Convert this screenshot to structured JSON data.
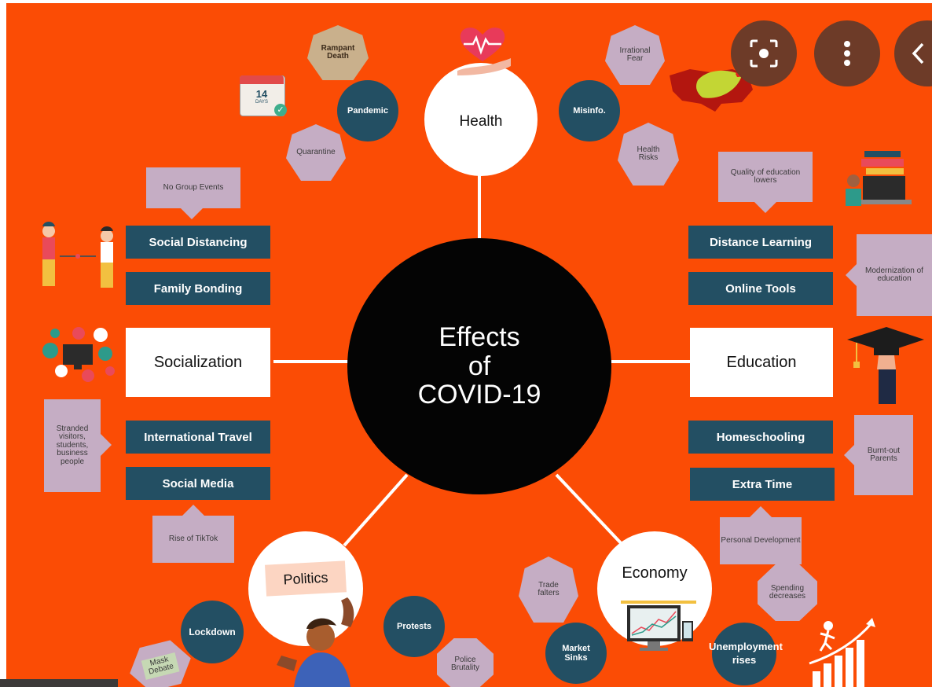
{
  "center": {
    "line1": "Effects",
    "line2": "of",
    "line3": "COVID-19"
  },
  "hubs": {
    "health": "Health",
    "socialization": "Socialization",
    "education": "Education",
    "politics": "Politics",
    "economy": "Economy"
  },
  "health": {
    "pandemic": "Pandemic",
    "quarantine": "Quarantine",
    "rampant_death": "Rampant Death",
    "calendar_number": "14",
    "calendar_caption": "DAYS",
    "misinfo": "Misinfo.",
    "irrational_fear": "Irrational Fear",
    "health_risks": "Health Risks"
  },
  "socialization": {
    "no_group_events": "No Group Events",
    "social_distancing": "Social Distancing",
    "family_bonding": "Family Bonding",
    "international_travel": "International Travel",
    "social_media": "Social Media",
    "stranded": "Stranded visitors, students, business people",
    "rise_of_tiktok": "Rise of TikTok"
  },
  "education": {
    "quality_lowers": "Quality of education lowers",
    "distance_learning": "Distance Learning",
    "online_tools": "Online Tools",
    "modernization": "Modernization of education",
    "homeschooling": "Homeschooling",
    "extra_time": "Extra Time",
    "burnt_out": "Burnt-out Parents",
    "personal_development": "Personal Development"
  },
  "politics": {
    "lockdown": "Lockdown",
    "protests": "Protests",
    "police_brutality": "Police Brutality",
    "mask_debate": "Mask Debate"
  },
  "economy": {
    "trade_falters": "Trade falters",
    "market_sinks": "Market Sinks",
    "spending_decreases": "Spending decreases",
    "unemployment": "Unemployment rises"
  },
  "colors": {
    "background": "#fb4c05",
    "navy": "#234f63",
    "lilac": "#c5adc4",
    "center": "#040404",
    "controls": "#6d3b28"
  },
  "controls": {
    "lens": "lens-icon",
    "more": "more-vertical-icon",
    "back": "chevron-left-icon"
  }
}
